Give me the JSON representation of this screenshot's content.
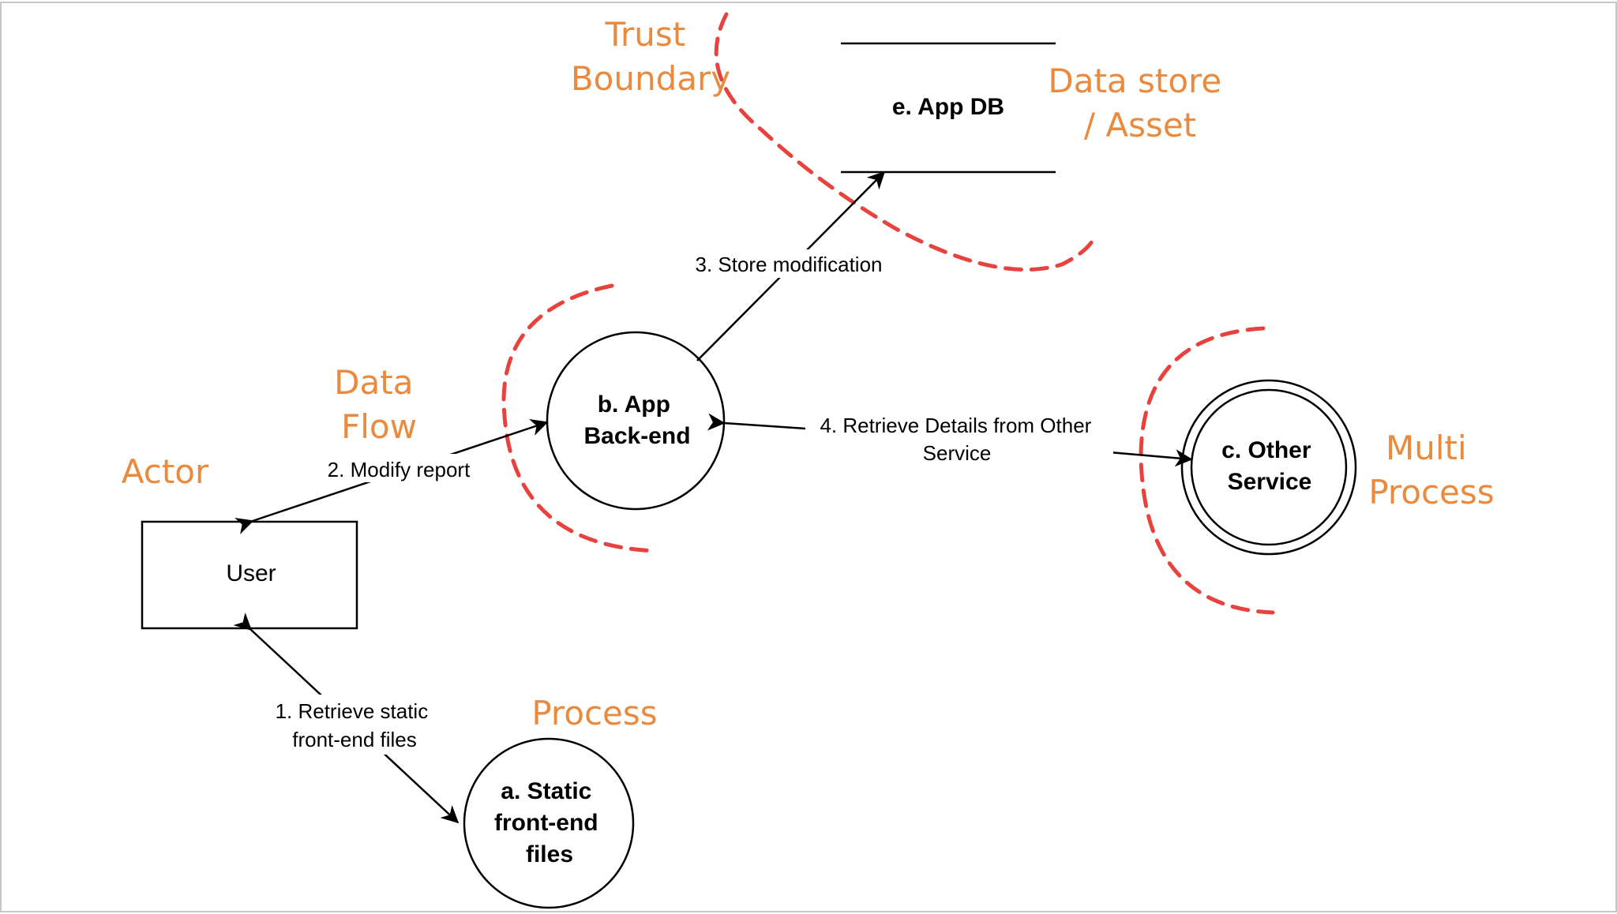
{
  "nodes": {
    "user": "User",
    "static_files": [
      "a. Static",
      "front-end",
      "files"
    ],
    "backend": [
      "b. App",
      "Back-end"
    ],
    "other_service": [
      "c. Other",
      "Service"
    ],
    "app_db": "e. App DB"
  },
  "flows": {
    "retrieve_static": [
      "1. Retrieve static",
      "front-end files"
    ],
    "modify_report": "2. Modify report",
    "store_modification": "3. Store modification",
    "retrieve_details": [
      "4. Retrieve Details from Other",
      "Service"
    ]
  },
  "legend": {
    "trust_boundary": [
      "Trust",
      "Boundary"
    ],
    "data_store": [
      "Data store",
      "/ Asset"
    ],
    "data_flow": [
      "Data",
      "Flow"
    ],
    "actor": "Actor",
    "multi_process": [
      "Multi",
      "Process"
    ],
    "process": "Process"
  },
  "colors": {
    "legend_text": "#E98A3E",
    "trust_boundary": "#E8423E",
    "stroke": "#000000"
  }
}
